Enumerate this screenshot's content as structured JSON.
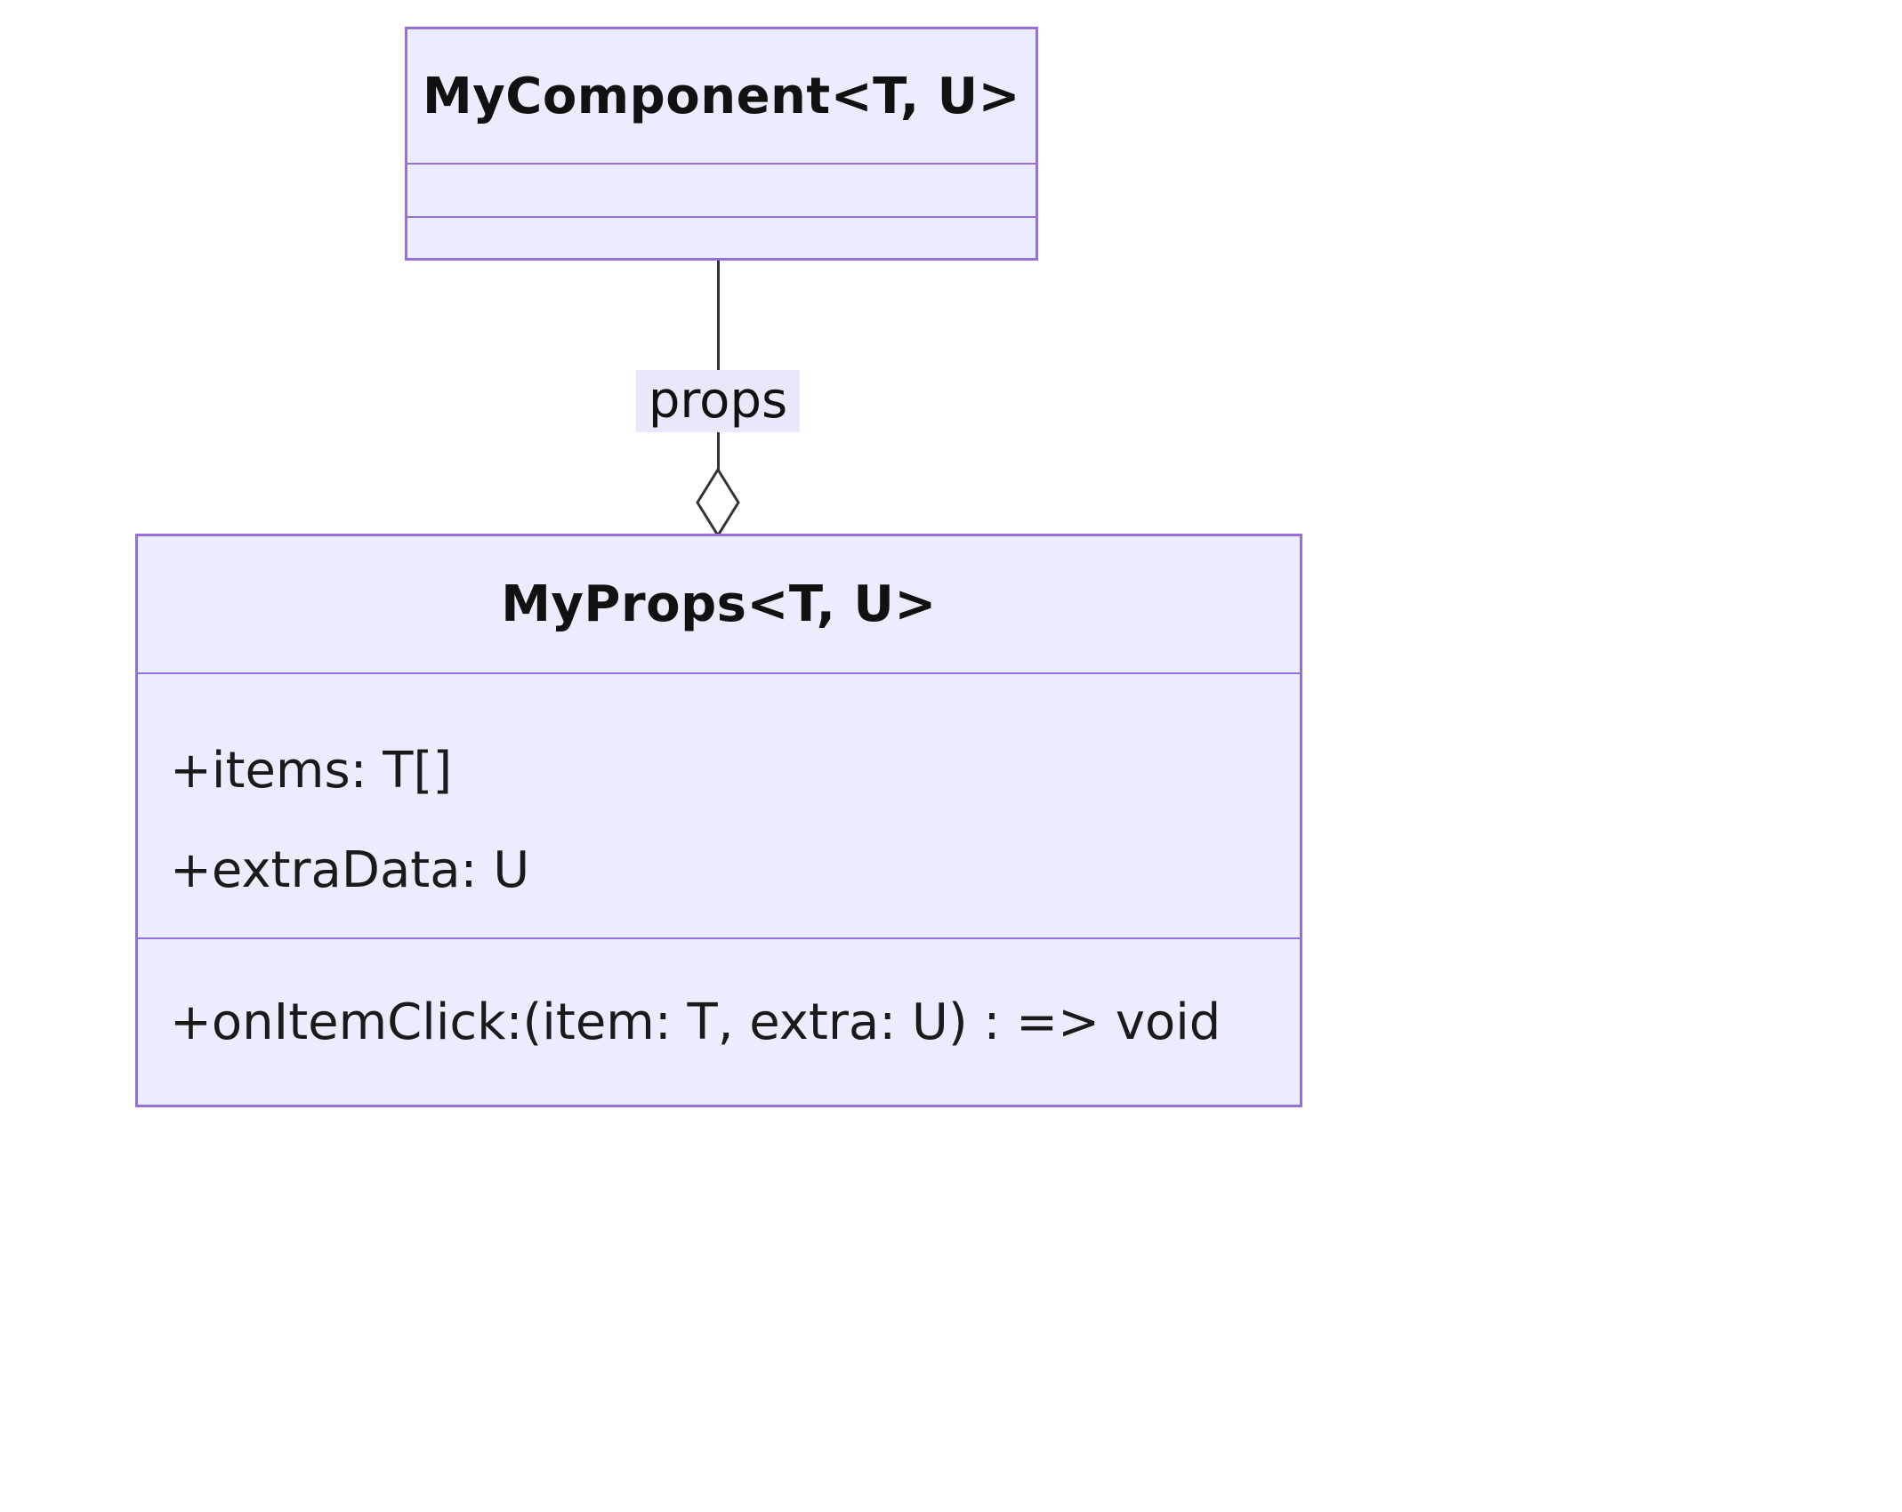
{
  "diagram": {
    "type": "uml-class-diagram",
    "classes": {
      "component": {
        "name": "MyComponent<T, U>",
        "attributes": [],
        "methods": []
      },
      "props": {
        "name": "MyProps<T, U>",
        "attributes": [
          "+items: T[]",
          "+extraData: U"
        ],
        "methods": [
          "+onItemClick:(item: T, extra: U) : => void"
        ]
      }
    },
    "relationship": {
      "label": "props",
      "type": "aggregation",
      "from": "MyComponent<T, U>",
      "to": "MyProps<T, U>"
    },
    "colors": {
      "node_fill": "#ECECFF",
      "node_border": "#9370DB",
      "edge_line": "#333333",
      "text": "#111111"
    }
  }
}
